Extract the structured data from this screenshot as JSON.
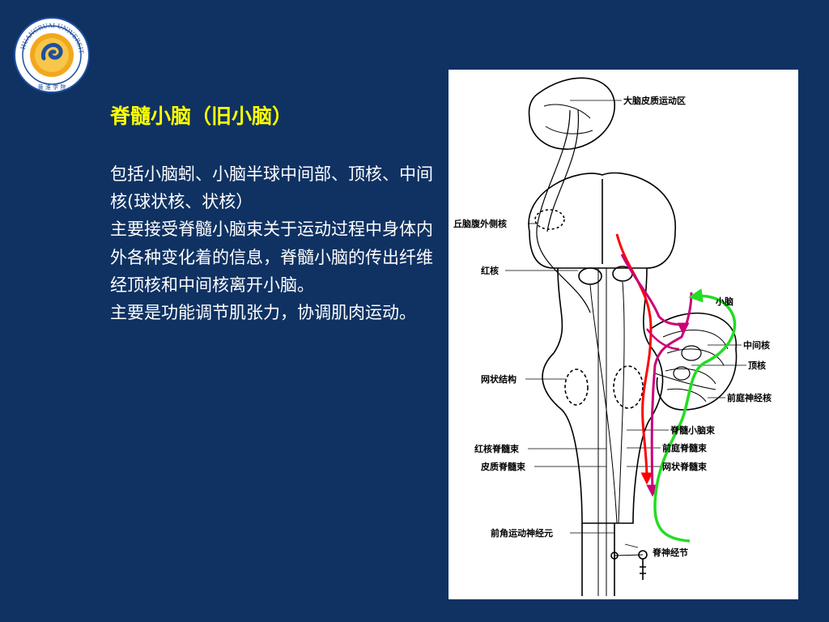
{
  "logo": {
    "ring_text": "HUANGRUAI UNIVERSITY",
    "bottom_text": "黄 淮 学 院"
  },
  "slide": {
    "title": "脊髓小脑（旧小脑）",
    "paragraphs": [
      "包括小脑蚓、小脑半球中间部、顶核、中间核(球状核、状核）",
      "主要接受脊髓小脑束关于运动过程中身体内外各种变化着的信息，脊髓小脑的传出纤维经顶核和中间核离开小脑。",
      "主要是功能调节肌张力，协调肌肉运动。"
    ]
  },
  "figure": {
    "labels": {
      "cortex": "大脑皮质运动区",
      "thalamus": "丘脑腹外侧核",
      "red_nucleus": "红核",
      "reticular": "网状结构",
      "rubrospinal": "红核脊髓束",
      "corticospinal": "皮质脊髓束",
      "anterior_horn": "前角运动神经元",
      "cerebellum": "小脑",
      "interposed": "中间核",
      "fastigial": "顶核",
      "vestibular": "前庭神经核",
      "spinocerebellar": "脊髓小脑束",
      "vestibulospinal": "前庭脊髓束",
      "reticulospinal": "网状脊髓束",
      "spinal_ganglion": "脊神经节"
    },
    "colors": {
      "red": "#ff0000",
      "magenta": "#cc0077",
      "green": "#22dd22"
    }
  }
}
